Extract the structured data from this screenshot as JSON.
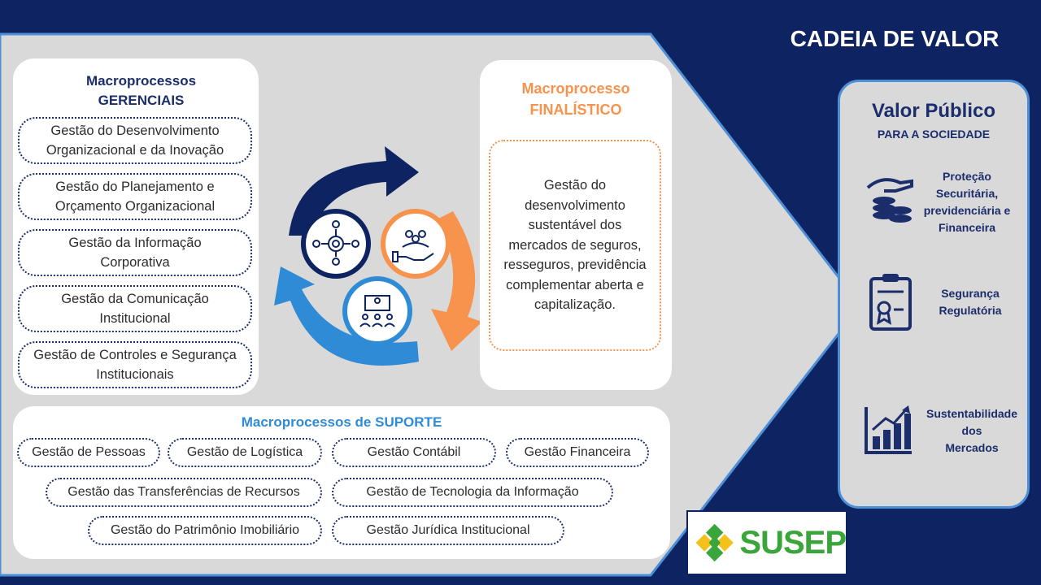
{
  "title": "CADEIA DE VALOR",
  "gerenciais": {
    "heading_line1": "Macroprocessos",
    "heading_line2": "GERENCIAIS",
    "items": [
      {
        "line1": "Gestão do Desenvolvimento",
        "line2": "Organizacional e da Inovação"
      },
      {
        "line1": "Gestão do Planejamento e",
        "line2": "Orçamento Organizacional"
      },
      {
        "line1": "Gestão da Informação",
        "line2": "Corporativa"
      },
      {
        "line1": "Gestão da Comunicação",
        "line2": "Institucional"
      },
      {
        "line1": "Gestão de Controles e Segurança",
        "line2": "Institucionais"
      }
    ]
  },
  "finalistico": {
    "heading_line1": "Macroprocesso",
    "heading_line2": "FINALÍSTICO",
    "lines": [
      "Gestão do",
      "desenvolvimento",
      "sustentável dos",
      "mercados de seguros,",
      "resseguros, previdência",
      "complementar aberta e",
      "capitalização."
    ]
  },
  "suporte": {
    "heading": "Macroprocessos de SUPORTE",
    "items": [
      "Gestão de Pessoas",
      "Gestão de Logística",
      "Gestão Contábil",
      "Gestão Financeira",
      "Gestão das Transferências de Recursos",
      "Gestão de Tecnologia da Informação",
      "Gestão do Patrimônio Imobiliário",
      "Gestão Jurídica Institucional"
    ]
  },
  "valor_publico": {
    "heading": "Valor Público",
    "subheading": "PARA A SOCIEDADE",
    "items": [
      {
        "icon": "coins-hand-icon",
        "lines": [
          "Proteção",
          "Securitária,",
          "previdenciária e",
          "Financeira"
        ]
      },
      {
        "icon": "clipboard-certificate-icon",
        "lines": [
          "Segurança",
          "Regulatória"
        ]
      },
      {
        "icon": "growth-chart-icon",
        "lines": [
          "Sustentabilidade",
          "dos",
          "Mercados"
        ]
      }
    ]
  },
  "logo": {
    "text": "SUSEP"
  },
  "colors": {
    "navy": "#0e2462",
    "orange": "#f7934c",
    "blue": "#2f8bd6",
    "grey": "#d9d9d9",
    "logo_green": "#3aa53a",
    "logo_yellow": "#f2c21b"
  }
}
